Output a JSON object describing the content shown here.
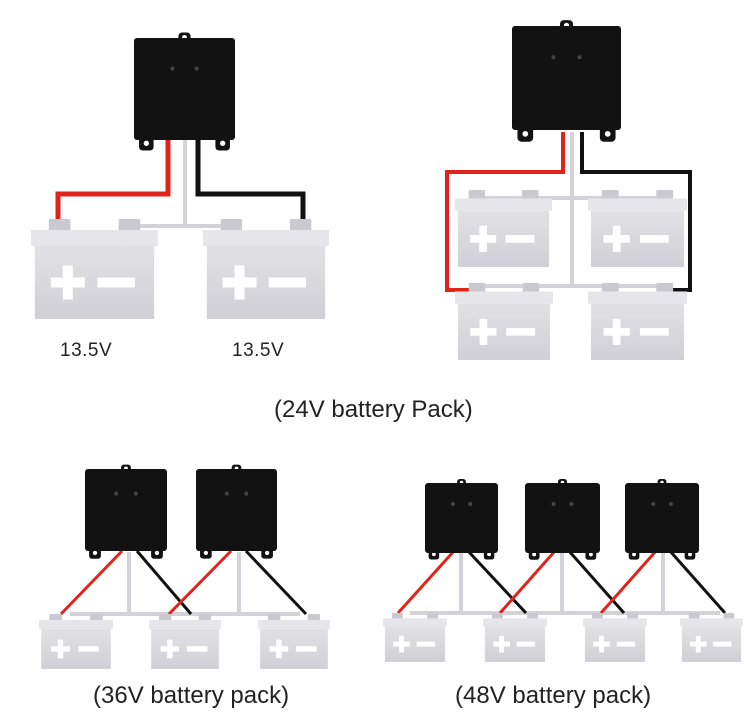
{
  "labels": {
    "voltage_left": "13.5V",
    "voltage_right": "13.5V",
    "caption_24v": "(24V battery Pack)",
    "caption_36v": "(36V battery pack)",
    "caption_48v": "(48V battery pack)"
  },
  "battery": {
    "plus_symbol": "+",
    "minus_symbol": "−"
  },
  "colors": {
    "background": "#ffffff",
    "battery_body": "#d9d9de",
    "battery_symbol": "#ffffff",
    "positive_wire": "#e0241b",
    "negative_wire": "#111111",
    "bus_wire": "#d2d2d8",
    "balancer_body": "#121212",
    "text": "#222222"
  }
}
